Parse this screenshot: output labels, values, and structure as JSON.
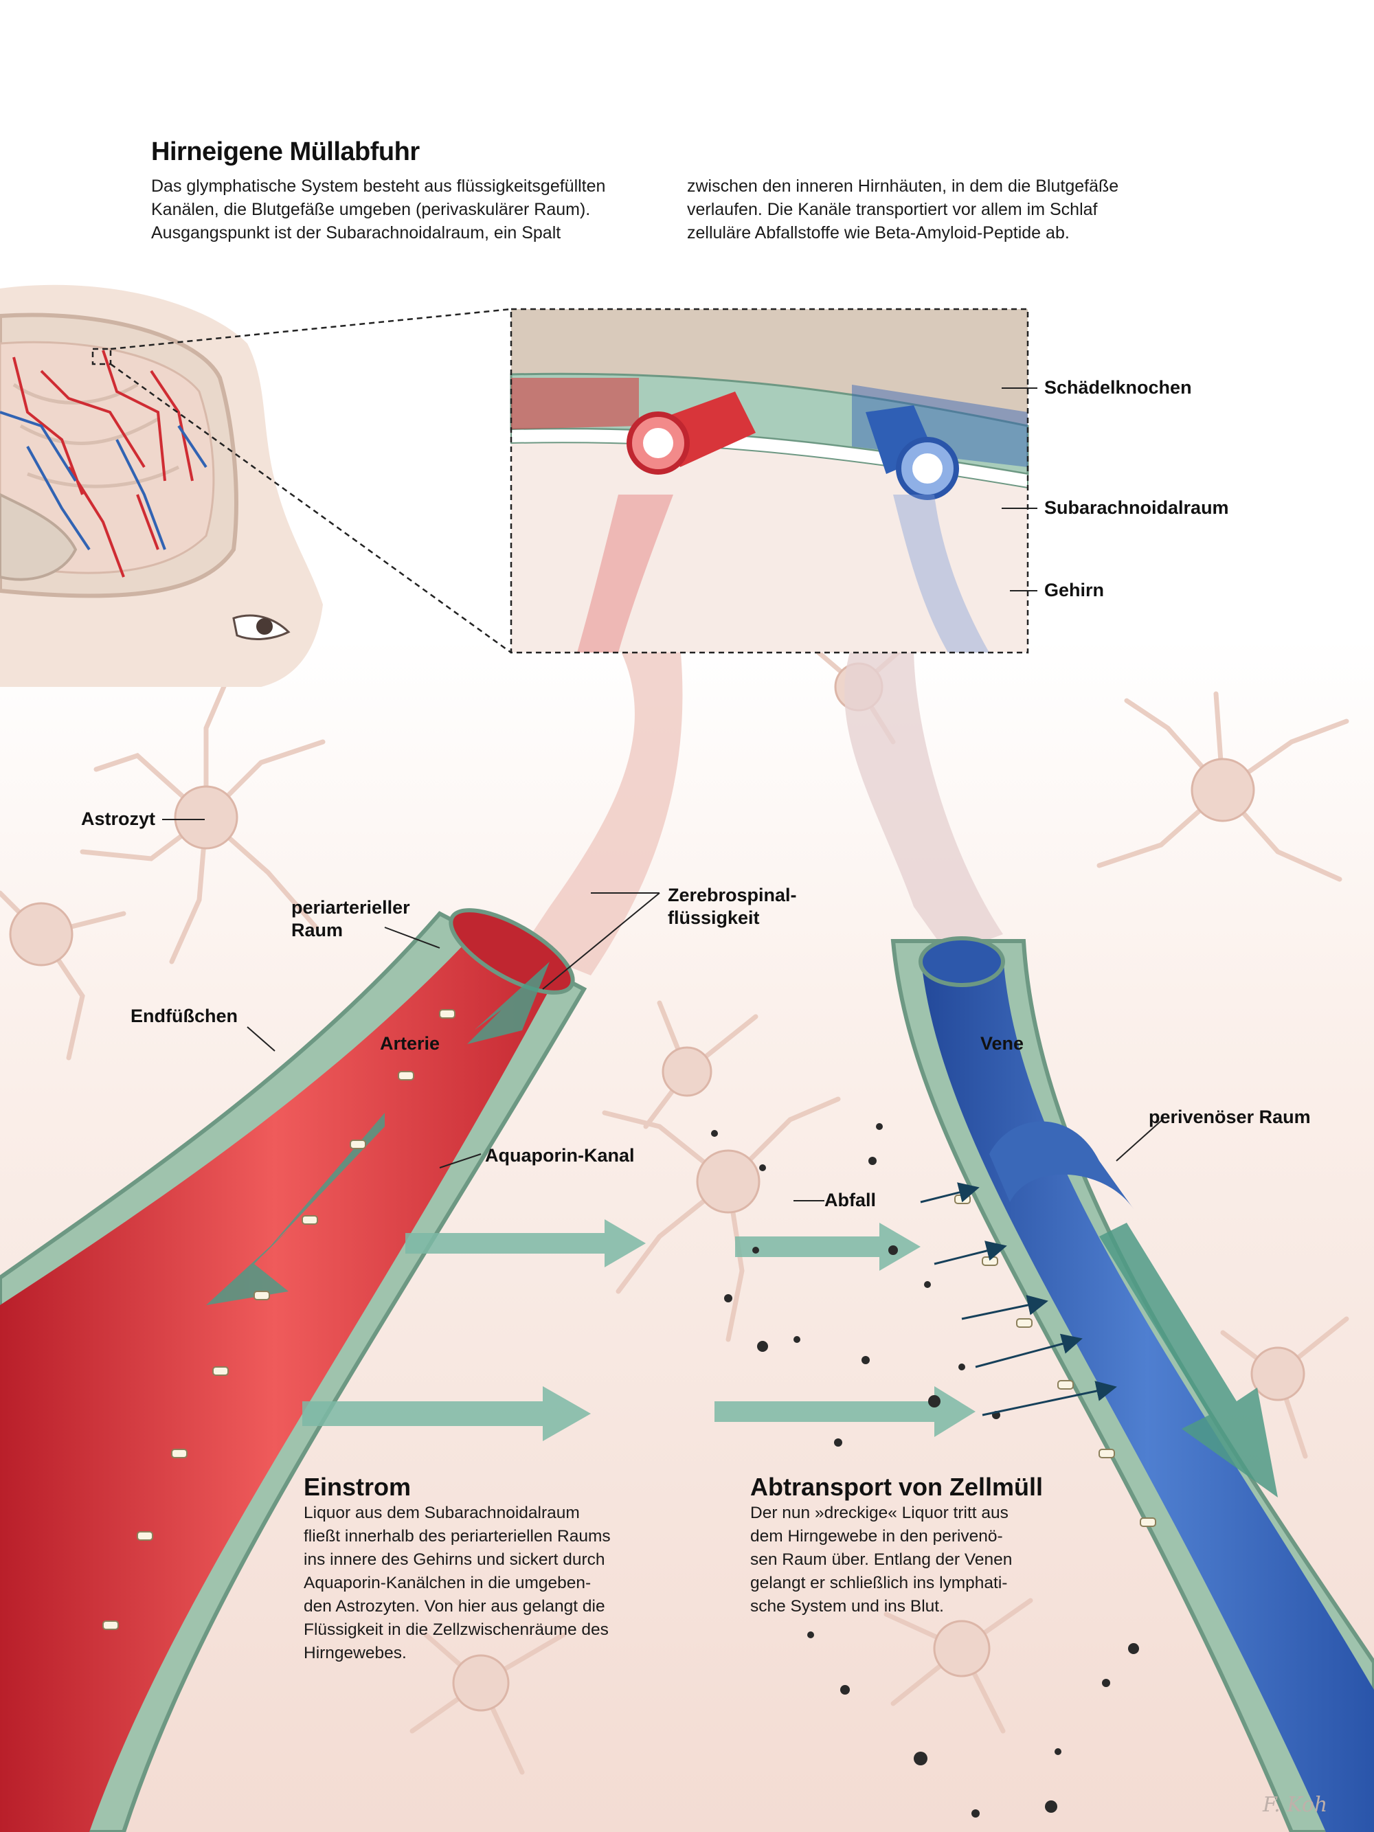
{
  "title": "Hirneigene Müllabfuhr",
  "intro": {
    "col1": [
      "Das glymphatische System besteht aus flüssigkeitsgefüllten",
      "Kanälen, die Blutgefäße umgeben (perivaskulärer Raum).",
      "Ausgangspunkt ist der Subarachnoidalraum, ein Spalt"
    ],
    "col2": [
      "zwischen den inneren Hirnhäuten, in dem die Blutgefäße",
      "verlaufen. Die Kanäle transportiert vor allem im Schlaf",
      "zelluläre Abfallstoffe wie Beta-Amyloid-Peptide ab."
    ]
  },
  "labels": {
    "skull": "Schädelknochen",
    "subarachnoid": "Subarachnoidalraum",
    "brain": "Gehirn",
    "astrocyte": "Astrozyt",
    "periarterial_1": "periarterieller",
    "periarterial_2": "Raum",
    "csf_1": "Zerebrospinal-",
    "csf_2": "flüssigkeit",
    "endfeet": "Endfüßchen",
    "artery": "Arterie",
    "vein": "Vene",
    "perivenous": "perivenöser Raum",
    "aquaporin": "Aquaporin-Kanal",
    "waste": "Abfall"
  },
  "influx": {
    "title": "Einstrom",
    "lines": [
      "Liquor aus dem Subarachnoidalraum",
      "fließt innerhalb des periarteriellen Raums",
      "ins innere des Gehirns und sickert durch",
      "Aquaporin-Kanälchen in die umgeben-",
      "den Astrozyten. Von hier aus gelangt die",
      "Flüssigkeit in die Zellzwischenräume des",
      "Hirngewebes."
    ]
  },
  "clearance": {
    "title": "Abtransport von Zellmüll",
    "lines": [
      "Der nun »dreckige« Liquor tritt aus",
      "dem Hirngewebe in den perivenö-",
      "sen Raum über. Entlang der Venen",
      "gelangt er schließlich ins lymphati-",
      "sche System und ins Blut."
    ]
  },
  "signature": "F. Koh",
  "colors": {
    "artery": "#d8353a",
    "vein": "#2f5fb5",
    "perivascular": "#8fb8a2",
    "csf_arrow": "#6aaa96",
    "tissue": "#f6e6df",
    "cell": "#e9cfc4",
    "skull": "#d9cabb"
  }
}
